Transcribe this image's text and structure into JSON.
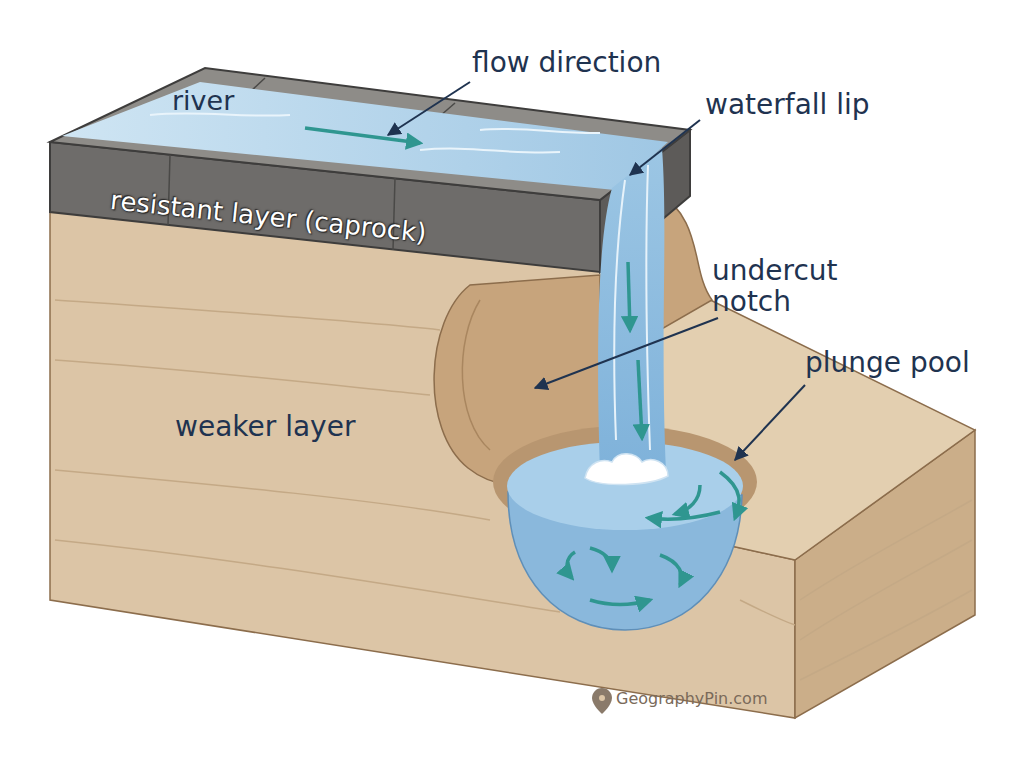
{
  "diagram": {
    "labels": [
      "river",
      "flow direction",
      "waterfall lip",
      "resistant layer (caprock)",
      "undercut notch",
      "plunge pool",
      "weaker layer",
      "GeographyPin.com"
    ]
  }
}
